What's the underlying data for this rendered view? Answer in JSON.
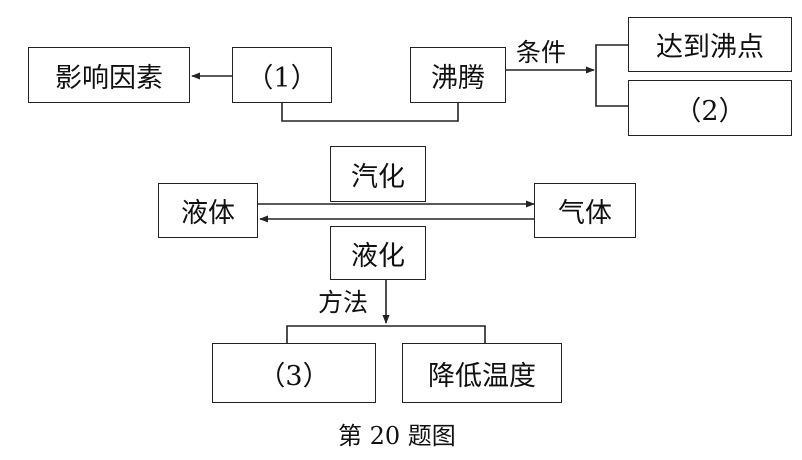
{
  "nodes": {
    "influence_factors": "影响因素",
    "blank_1": "（1）",
    "boiling": "沸腾",
    "reach_boiling_point": "达到沸点",
    "blank_2": "（2）",
    "vaporization": "汽化",
    "liquid": "液体",
    "gas": "气体",
    "liquefaction": "液化",
    "blank_3": "（3）",
    "lower_temperature": "降低温度"
  },
  "edge_labels": {
    "conditions": "条件",
    "methods": "方法"
  },
  "caption": "第 20 题图"
}
